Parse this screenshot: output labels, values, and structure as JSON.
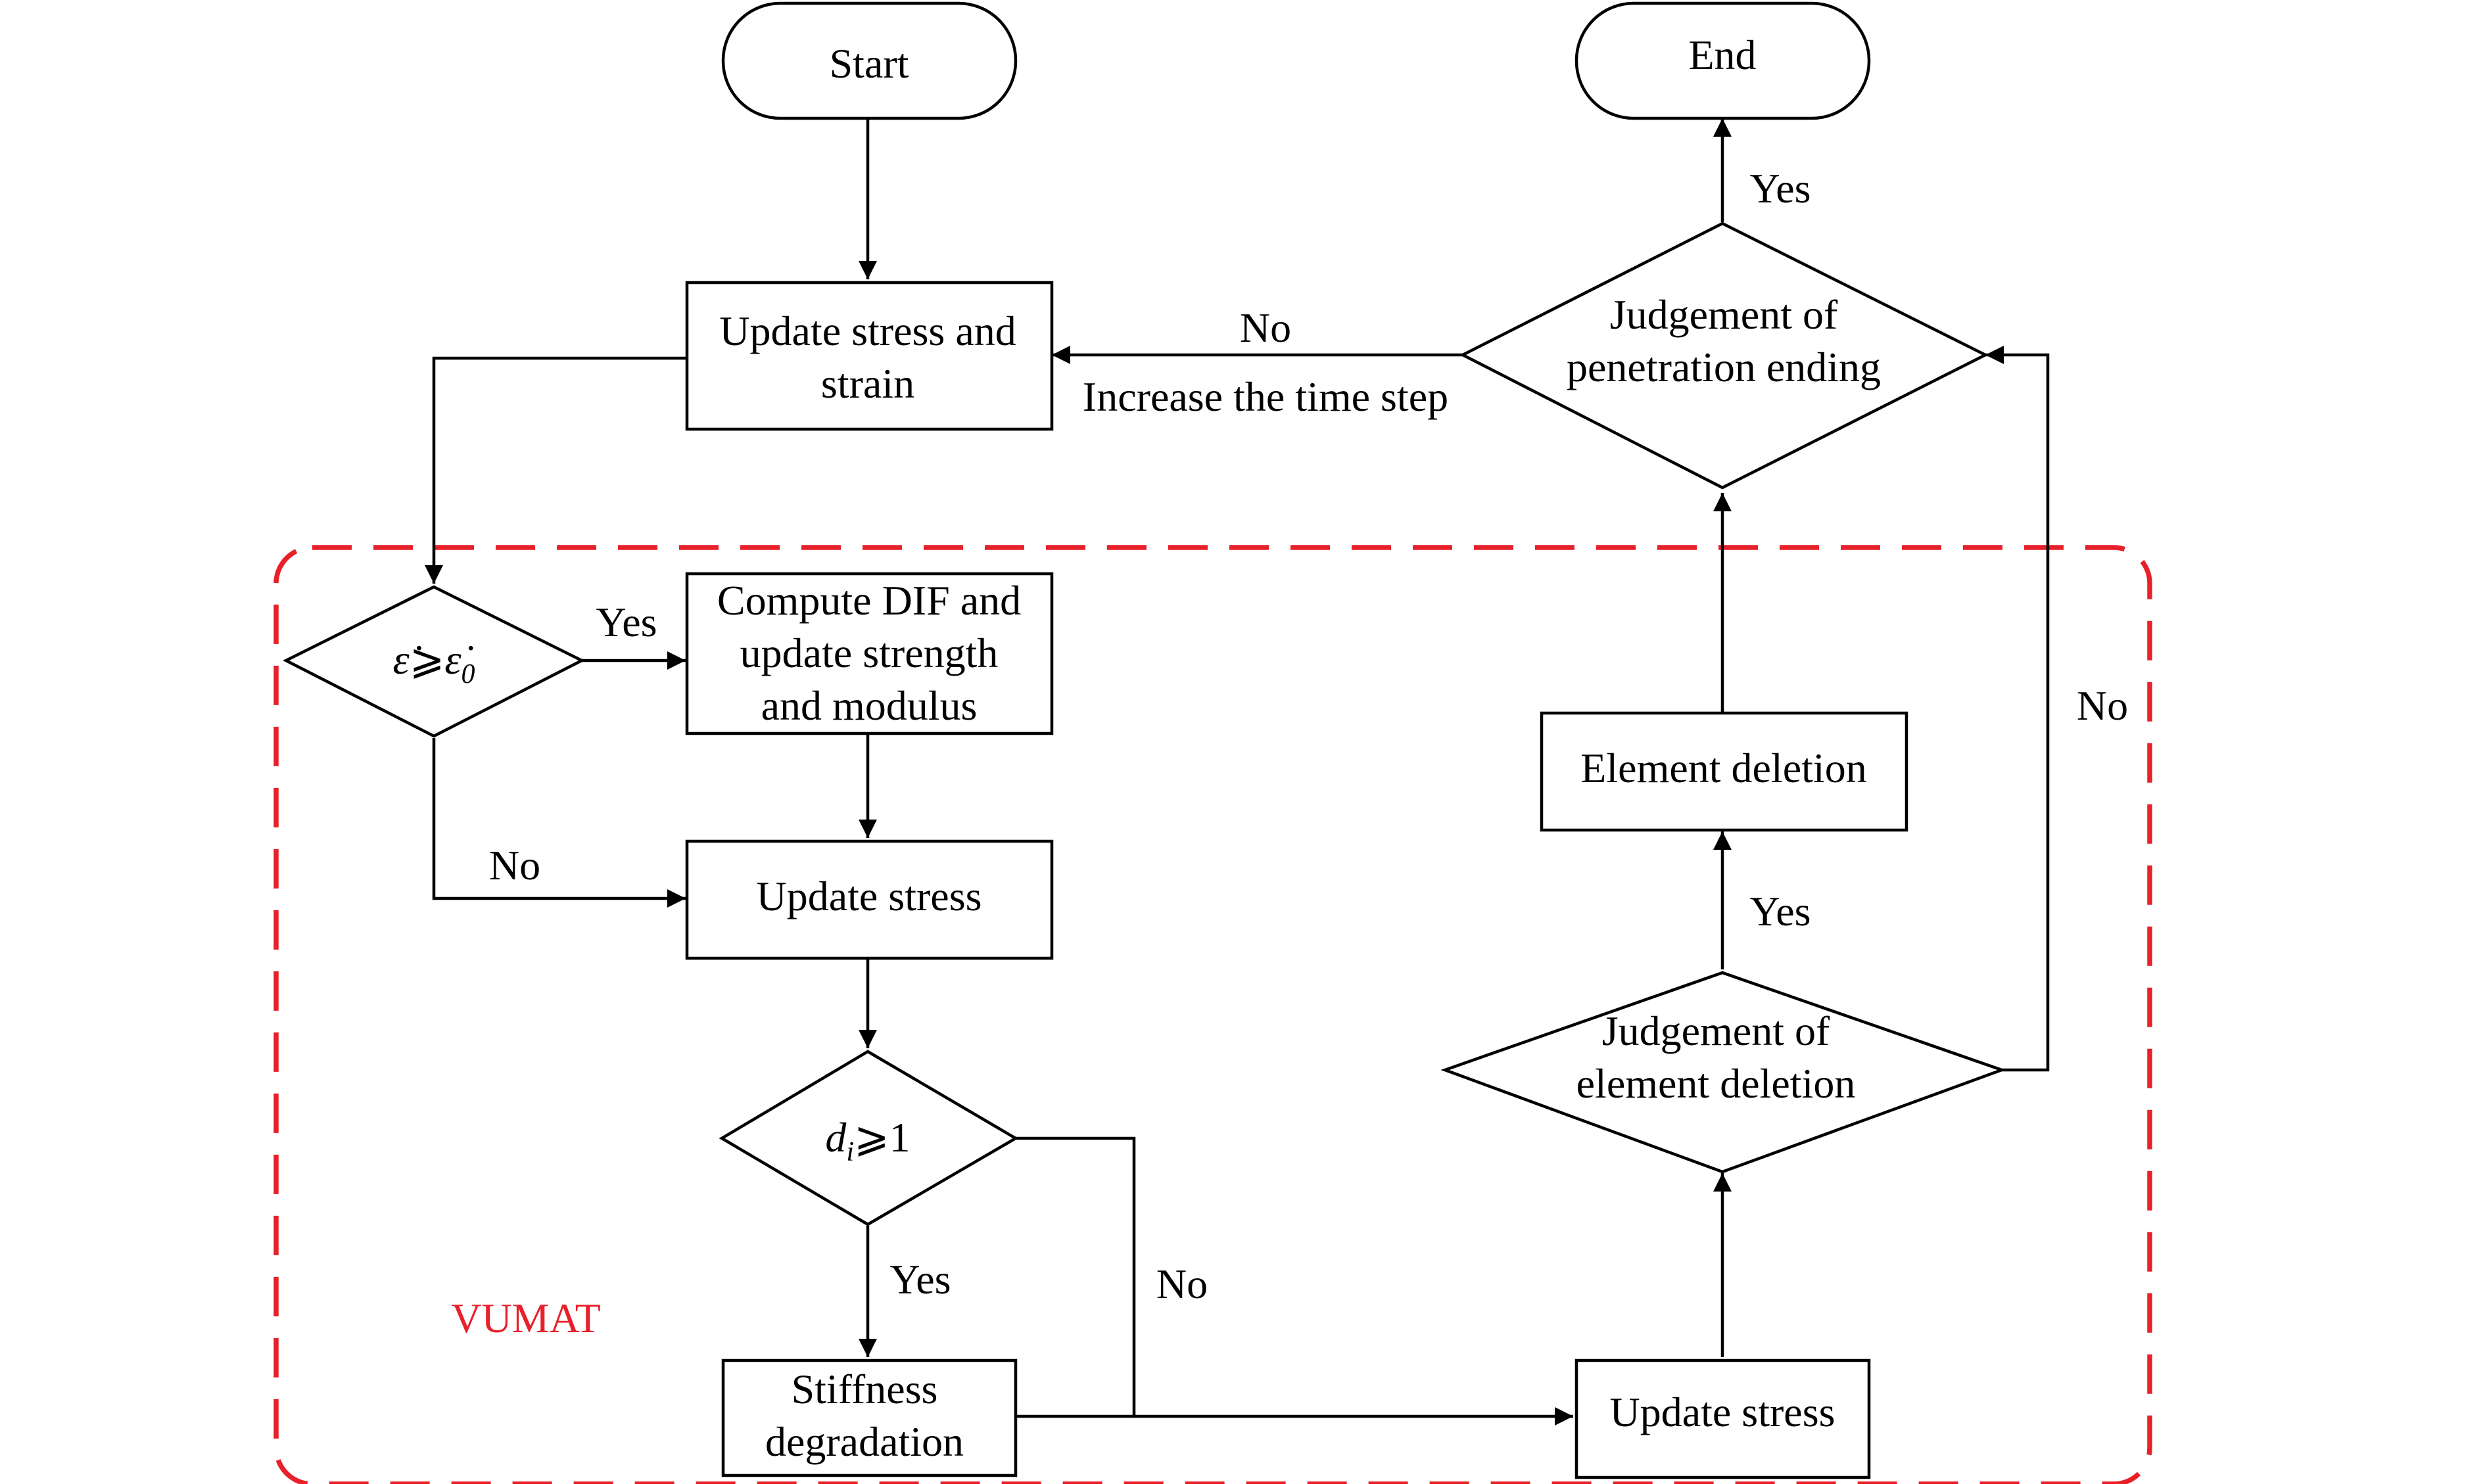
{
  "nodes": {
    "start": "Start",
    "end": "End",
    "update_stress_strain": [
      "Update stress and",
      "strain"
    ],
    "judgement_penetration": [
      "Judgement of",
      "penetration ending"
    ],
    "strain_rate_check": {
      "lhs": "ε̇",
      "op": "⩾",
      "rhs": "ε̇",
      "rhs_sub": "0"
    },
    "compute_dif": [
      "Compute DIF and",
      "update strength",
      "and modulus"
    ],
    "update_stress_1": "Update stress",
    "damage_check": {
      "var": "d",
      "sub": "i",
      "rest": "⩾1"
    },
    "stiffness_degradation": [
      "Stiffness",
      "degradation"
    ],
    "update_stress_2": "Update stress",
    "judgement_element_deletion": [
      "Judgement of",
      "element deletion"
    ],
    "element_deletion": "Element deletion"
  },
  "edge_labels": {
    "penetration_no": "No",
    "increase_time_step": "Increase the time step",
    "penetration_yes": "Yes",
    "strain_rate_yes": "Yes",
    "strain_rate_no": "No",
    "damage_yes": "Yes",
    "damage_no": "No",
    "deletion_yes": "Yes",
    "deletion_no": "No"
  },
  "region": {
    "label": "VUMAT",
    "color": "#e8202a"
  }
}
